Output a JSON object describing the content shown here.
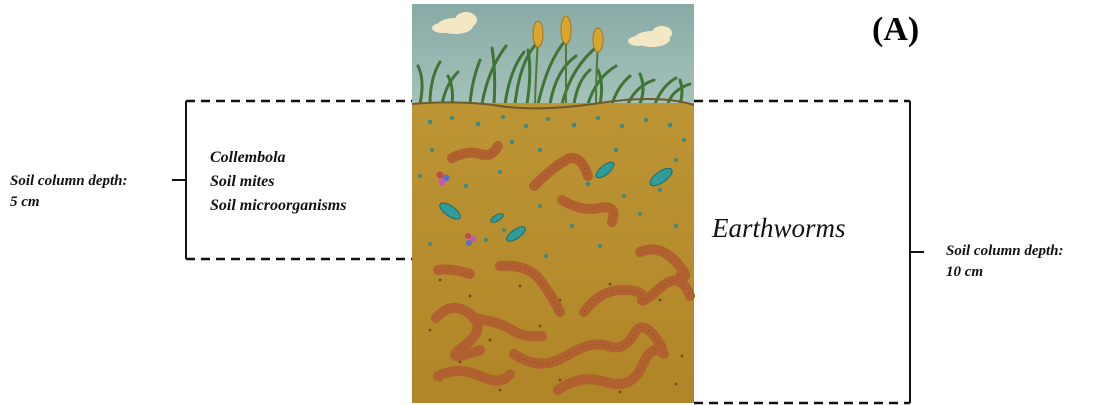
{
  "panel_label": "(A)",
  "left": {
    "depth_line1": "Soil column depth:",
    "depth_line2": "5 cm",
    "organisms": [
      "Collembola",
      "Soil mites",
      "Soil microorganisms"
    ]
  },
  "right": {
    "organism": "Earthworms",
    "depth_line1": "Soil column depth:",
    "depth_line2": "10 cm"
  },
  "colors": {
    "sky": "#8fb1ad",
    "soil": "#b88f2f",
    "soil_dark": "#a27a23",
    "worm": "#b0612f",
    "mite": "#2f9c9b"
  }
}
